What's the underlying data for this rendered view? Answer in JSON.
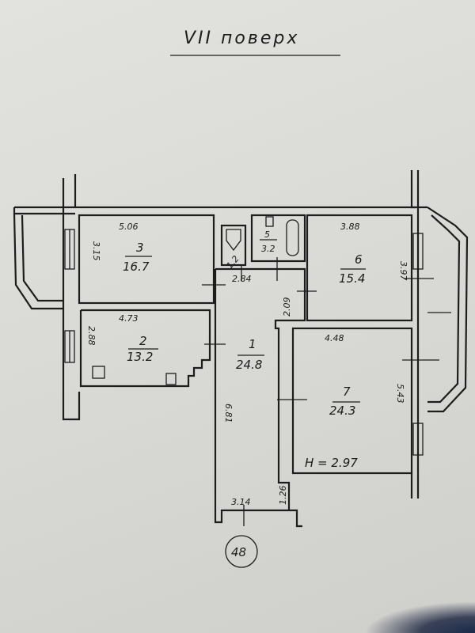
{
  "title": "VII поверх",
  "apartment_number": "48",
  "ceiling_height": "H = 2.97",
  "rooms": [
    {
      "number": "1",
      "area": "24.8"
    },
    {
      "number": "2",
      "area": "13.2"
    },
    {
      "number": "3",
      "area": "16.7"
    },
    {
      "number": "4",
      "area": "1.2"
    },
    {
      "number": "5",
      "area": "3.2"
    },
    {
      "number": "6",
      "area": "15.4"
    },
    {
      "number": "7",
      "area": "24.3"
    }
  ],
  "dimensions": {
    "room3_width": "5.06",
    "room3_depth": "3.15",
    "room2_width": "4.73",
    "room2_depth": "2.88",
    "hall_width": "2.84",
    "hall_depth": "2.09",
    "corridor_length": "6.81",
    "corridor_bottom": "3.14",
    "corridor_side": "1.26",
    "room6_width": "3.88",
    "room6_depth": "3.97",
    "room7_width": "4.48",
    "room7_depth": "5.43"
  }
}
